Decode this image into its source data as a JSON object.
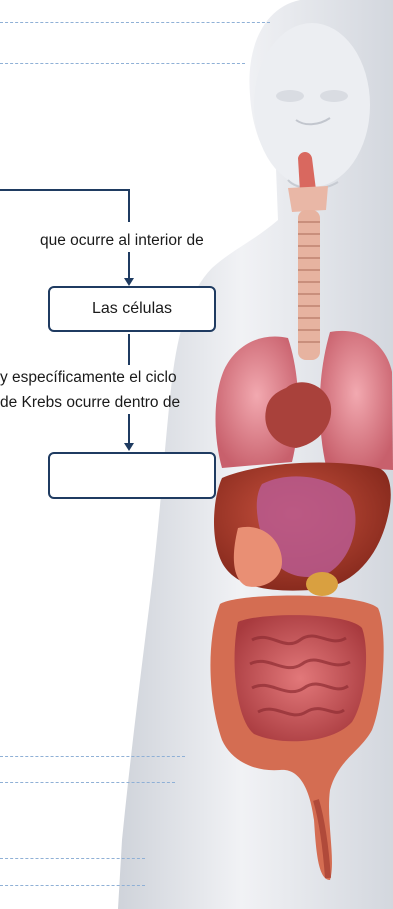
{
  "diagram": {
    "label_interior": "que ocurre al interior de",
    "box_cells": "Las células",
    "label_krebs_line1": "y específicamente el ciclo",
    "label_krebs_line2": "de Krebs ocurre dentro de",
    "box_answer": ""
  },
  "colors": {
    "connector": "#1f3b61",
    "dashed_guides": "#8fb0d6",
    "body": "#e4e7ec"
  }
}
